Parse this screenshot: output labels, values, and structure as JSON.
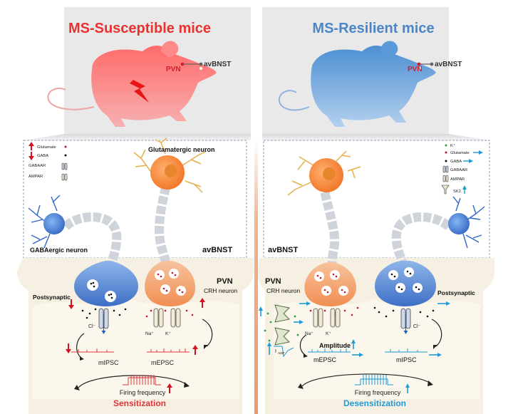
{
  "left": {
    "title": "MS-Susceptible mice",
    "brain_pvn": "PVN",
    "brain_bnst": "avBNST",
    "legend": {
      "glutamate": "Glutamate",
      "gaba": "GABA",
      "gabaar": "GABAAR",
      "ampar": "AMPAR"
    },
    "glutamatergic_neuron": "Glutamatergic neuron",
    "gabaergic_neuron": "GABAergic neuron",
    "bnst_region": "avBNST",
    "pvn_region": "PVN",
    "crh_neuron": "CRH neuron",
    "postsynaptic": "Postsynaptic",
    "cl": "Cl⁻",
    "na": "Na⁺",
    "k": "K⁺",
    "mipsc": "mIPSC",
    "mepsc": "mEPSC",
    "firing": "Firing frequency",
    "outcome": "Sensitization"
  },
  "right": {
    "title": "MS-Resilient mice",
    "brain_pvn": "PVN",
    "brain_bnst": "avBNST",
    "legend": {
      "k": "K⁺",
      "glutamate": "Glutamate",
      "gaba": "GABA",
      "gabaar": "GABAAR",
      "ampar": "AMPAR",
      "sk2": "SK2"
    },
    "bnst_region": "avBNST",
    "pvn_region": "PVN",
    "crh_neuron": "CRH neuron",
    "postsynaptic": "Postsynaptic",
    "cl": "Cl⁻",
    "na": "Na⁺",
    "k": "K⁺",
    "iahp": "I",
    "iahp_sub": "AHP",
    "amplitude": "Amplitude",
    "mepsc": "mEPSC",
    "mipsc": "mIPSC",
    "firing": "Firing frequency",
    "outcome": "Desensitization"
  },
  "colors": {
    "susceptible": "#e8322f",
    "resilient": "#4a86c8",
    "glutamate": "#c0162b",
    "gaba": "#111111",
    "potassium": "#2aa14a",
    "arrow_up": "#d4121f",
    "arrow_blue": "#1f9ad6"
  }
}
